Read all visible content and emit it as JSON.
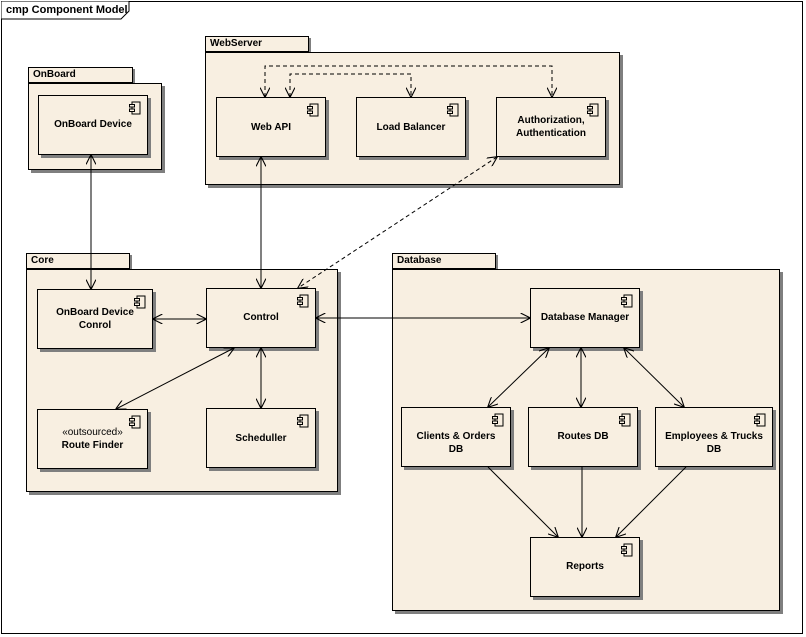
{
  "diagram": {
    "frame_title": "cmp Component Model"
  },
  "packages": {
    "onboard": {
      "name": "OnBoard"
    },
    "webserver": {
      "name": "WebServer"
    },
    "core": {
      "name": "Core"
    },
    "database": {
      "name": "Database"
    }
  },
  "components": {
    "onboard_device": {
      "label": "OnBoard Device"
    },
    "web_api": {
      "label": "Web API"
    },
    "load_balancer": {
      "label": "Load Balancer"
    },
    "auth": {
      "label_line1": "Authorization,",
      "label_line2": "Authentication"
    },
    "onboard_control": {
      "label_line1": "OnBoard Device",
      "label_line2": "Conrol"
    },
    "control": {
      "label": "Control"
    },
    "route_finder": {
      "stereotype": "«outsourced»",
      "label": "Route Finder"
    },
    "scheduller": {
      "label": "Scheduller"
    },
    "db_manager": {
      "label": "Database Manager"
    },
    "clients_orders_db": {
      "label": "Clients & Orders DB"
    },
    "routes_db": {
      "label": "Routes DB"
    },
    "employees_trucks_db": {
      "label_line1": "Employees & Trucks",
      "label_line2": "DB"
    },
    "reports": {
      "label": "Reports"
    }
  },
  "icons": {
    "component": "uml-component-icon"
  },
  "colors": {
    "fill": "#f8efe1",
    "stroke": "#000000",
    "shadow": "#7f7f7f"
  }
}
